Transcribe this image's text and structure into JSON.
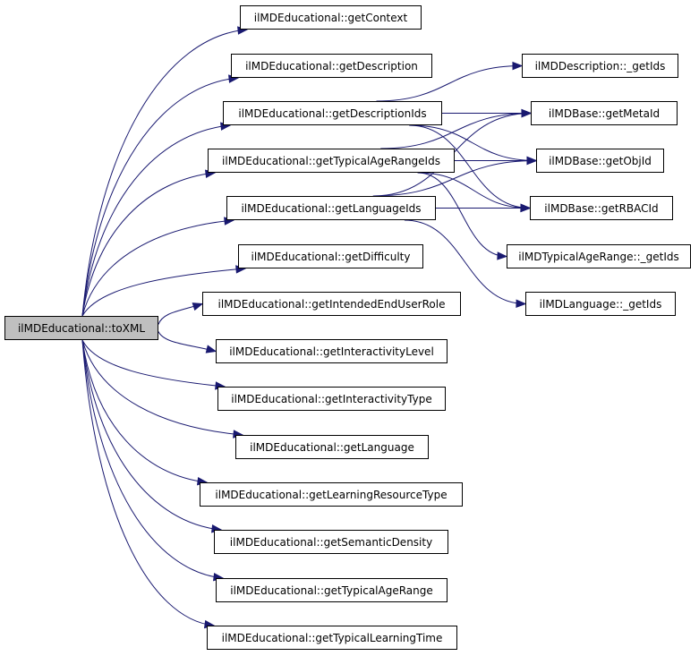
{
  "graph": {
    "type": "call-graph",
    "edge_color": "#191970",
    "root_fill": "#bfbfbf",
    "nodes": [
      {
        "id": "toXML",
        "label": "ilMDEducational::toXML",
        "root": true
      },
      {
        "id": "getContext",
        "label": "ilMDEducational::getContext"
      },
      {
        "id": "getDescription",
        "label": "ilMDEducational::getDescription"
      },
      {
        "id": "getDescriptionIds",
        "label": "ilMDEducational::getDescriptionIds"
      },
      {
        "id": "getTypicalAgeRangeIds",
        "label": "ilMDEducational::getTypicalAgeRangeIds"
      },
      {
        "id": "getLanguageIds",
        "label": "ilMDEducational::getLanguageIds"
      },
      {
        "id": "getDifficulty",
        "label": "ilMDEducational::getDifficulty"
      },
      {
        "id": "getIntendedEndUserRole",
        "label": "ilMDEducational::getIntendedEndUserRole"
      },
      {
        "id": "getInteractivityLevel",
        "label": "ilMDEducational::getInteractivityLevel"
      },
      {
        "id": "getInteractivityType",
        "label": "ilMDEducational::getInteractivityType"
      },
      {
        "id": "getLanguage",
        "label": "ilMDEducational::getLanguage"
      },
      {
        "id": "getLearningResourceType",
        "label": "ilMDEducational::getLearningResourceType"
      },
      {
        "id": "getSemanticDensity",
        "label": "ilMDEducational::getSemanticDensity"
      },
      {
        "id": "getTypicalAgeRange",
        "label": "ilMDEducational::getTypicalAgeRange"
      },
      {
        "id": "getTypicalLearningTime",
        "label": "ilMDEducational::getTypicalLearningTime"
      },
      {
        "id": "descGetIds",
        "label": "ilMDDescription::_getIds"
      },
      {
        "id": "getMetaId",
        "label": "ilMDBase::getMetaId"
      },
      {
        "id": "getObjId",
        "label": "ilMDBase::getObjId"
      },
      {
        "id": "getRBACId",
        "label": "ilMDBase::getRBACId"
      },
      {
        "id": "tarGetIds",
        "label": "ilMDTypicalAgeRange::_getIds"
      },
      {
        "id": "langGetIds",
        "label": "ilMDLanguage::_getIds"
      }
    ],
    "edges": [
      [
        "toXML",
        "getContext"
      ],
      [
        "toXML",
        "getDescription"
      ],
      [
        "toXML",
        "getDescriptionIds"
      ],
      [
        "toXML",
        "getTypicalAgeRangeIds"
      ],
      [
        "toXML",
        "getLanguageIds"
      ],
      [
        "toXML",
        "getDifficulty"
      ],
      [
        "toXML",
        "getIntendedEndUserRole"
      ],
      [
        "toXML",
        "getInteractivityLevel"
      ],
      [
        "toXML",
        "getInteractivityType"
      ],
      [
        "toXML",
        "getLanguage"
      ],
      [
        "toXML",
        "getLearningResourceType"
      ],
      [
        "toXML",
        "getSemanticDensity"
      ],
      [
        "toXML",
        "getTypicalAgeRange"
      ],
      [
        "toXML",
        "getTypicalLearningTime"
      ],
      [
        "getDescriptionIds",
        "descGetIds"
      ],
      [
        "getDescriptionIds",
        "getMetaId"
      ],
      [
        "getDescriptionIds",
        "getObjId"
      ],
      [
        "getDescriptionIds",
        "getRBACId"
      ],
      [
        "getTypicalAgeRangeIds",
        "getMetaId"
      ],
      [
        "getTypicalAgeRangeIds",
        "getObjId"
      ],
      [
        "getTypicalAgeRangeIds",
        "getRBACId"
      ],
      [
        "getTypicalAgeRangeIds",
        "tarGetIds"
      ],
      [
        "getLanguageIds",
        "getMetaId"
      ],
      [
        "getLanguageIds",
        "getObjId"
      ],
      [
        "getLanguageIds",
        "getRBACId"
      ],
      [
        "getLanguageIds",
        "langGetIds"
      ]
    ]
  }
}
